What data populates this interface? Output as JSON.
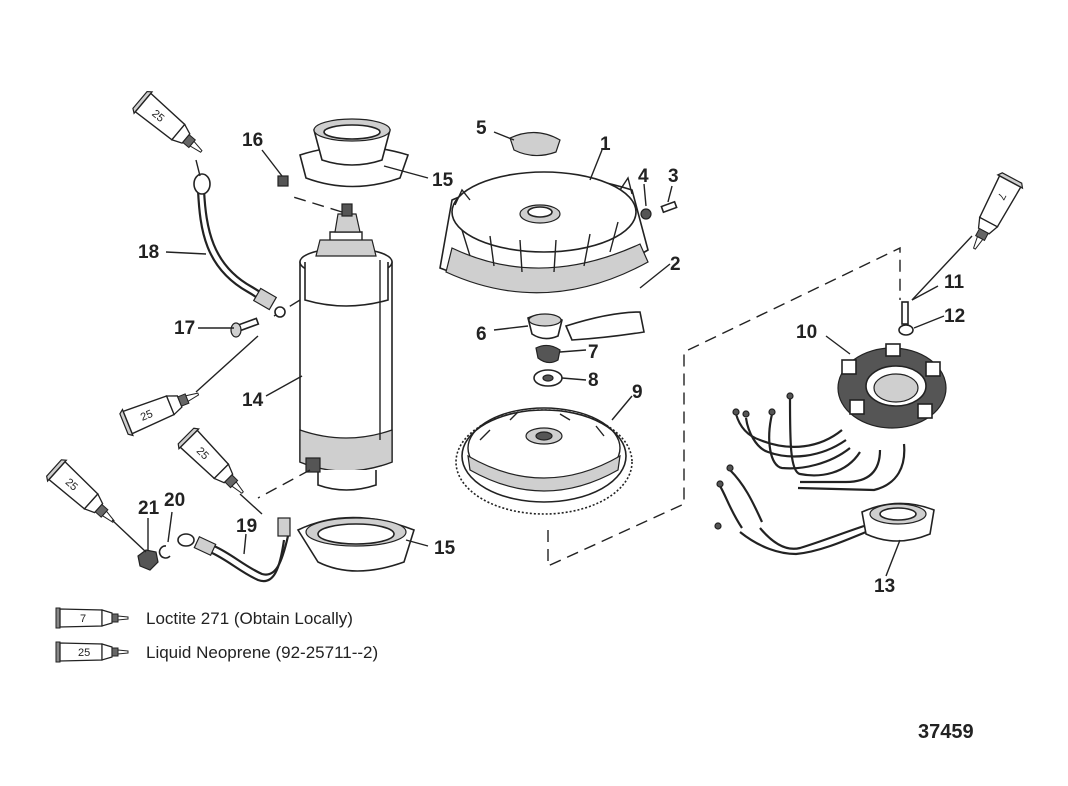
{
  "callouts": [
    {
      "id": "c1",
      "label": "1"
    },
    {
      "id": "c2",
      "label": "2"
    },
    {
      "id": "c3",
      "label": "3"
    },
    {
      "id": "c4",
      "label": "4"
    },
    {
      "id": "c5",
      "label": "5"
    },
    {
      "id": "c6",
      "label": "6"
    },
    {
      "id": "c7",
      "label": "7"
    },
    {
      "id": "c8",
      "label": "8"
    },
    {
      "id": "c9",
      "label": "9"
    },
    {
      "id": "c10",
      "label": "10"
    },
    {
      "id": "c11",
      "label": "11"
    },
    {
      "id": "c12",
      "label": "12"
    },
    {
      "id": "c13",
      "label": "13"
    },
    {
      "id": "c14",
      "label": "14"
    },
    {
      "id": "c15a",
      "label": "15"
    },
    {
      "id": "c15b",
      "label": "15"
    },
    {
      "id": "c16",
      "label": "16"
    },
    {
      "id": "c17",
      "label": "17"
    },
    {
      "id": "c18",
      "label": "18"
    },
    {
      "id": "c19",
      "label": "19"
    },
    {
      "id": "c20",
      "label": "20"
    },
    {
      "id": "c21",
      "label": "21"
    }
  ],
  "tubes": {
    "t1": "25",
    "t2": "25",
    "t3": "25",
    "t4": "25",
    "t5": "7"
  },
  "legend": [
    {
      "symbol": "7",
      "text": "Loctite 271 (Obtain Locally)"
    },
    {
      "symbol": "25",
      "text": "Liquid Neoprene (92-25711--2)"
    }
  ],
  "figure_number": "37459"
}
